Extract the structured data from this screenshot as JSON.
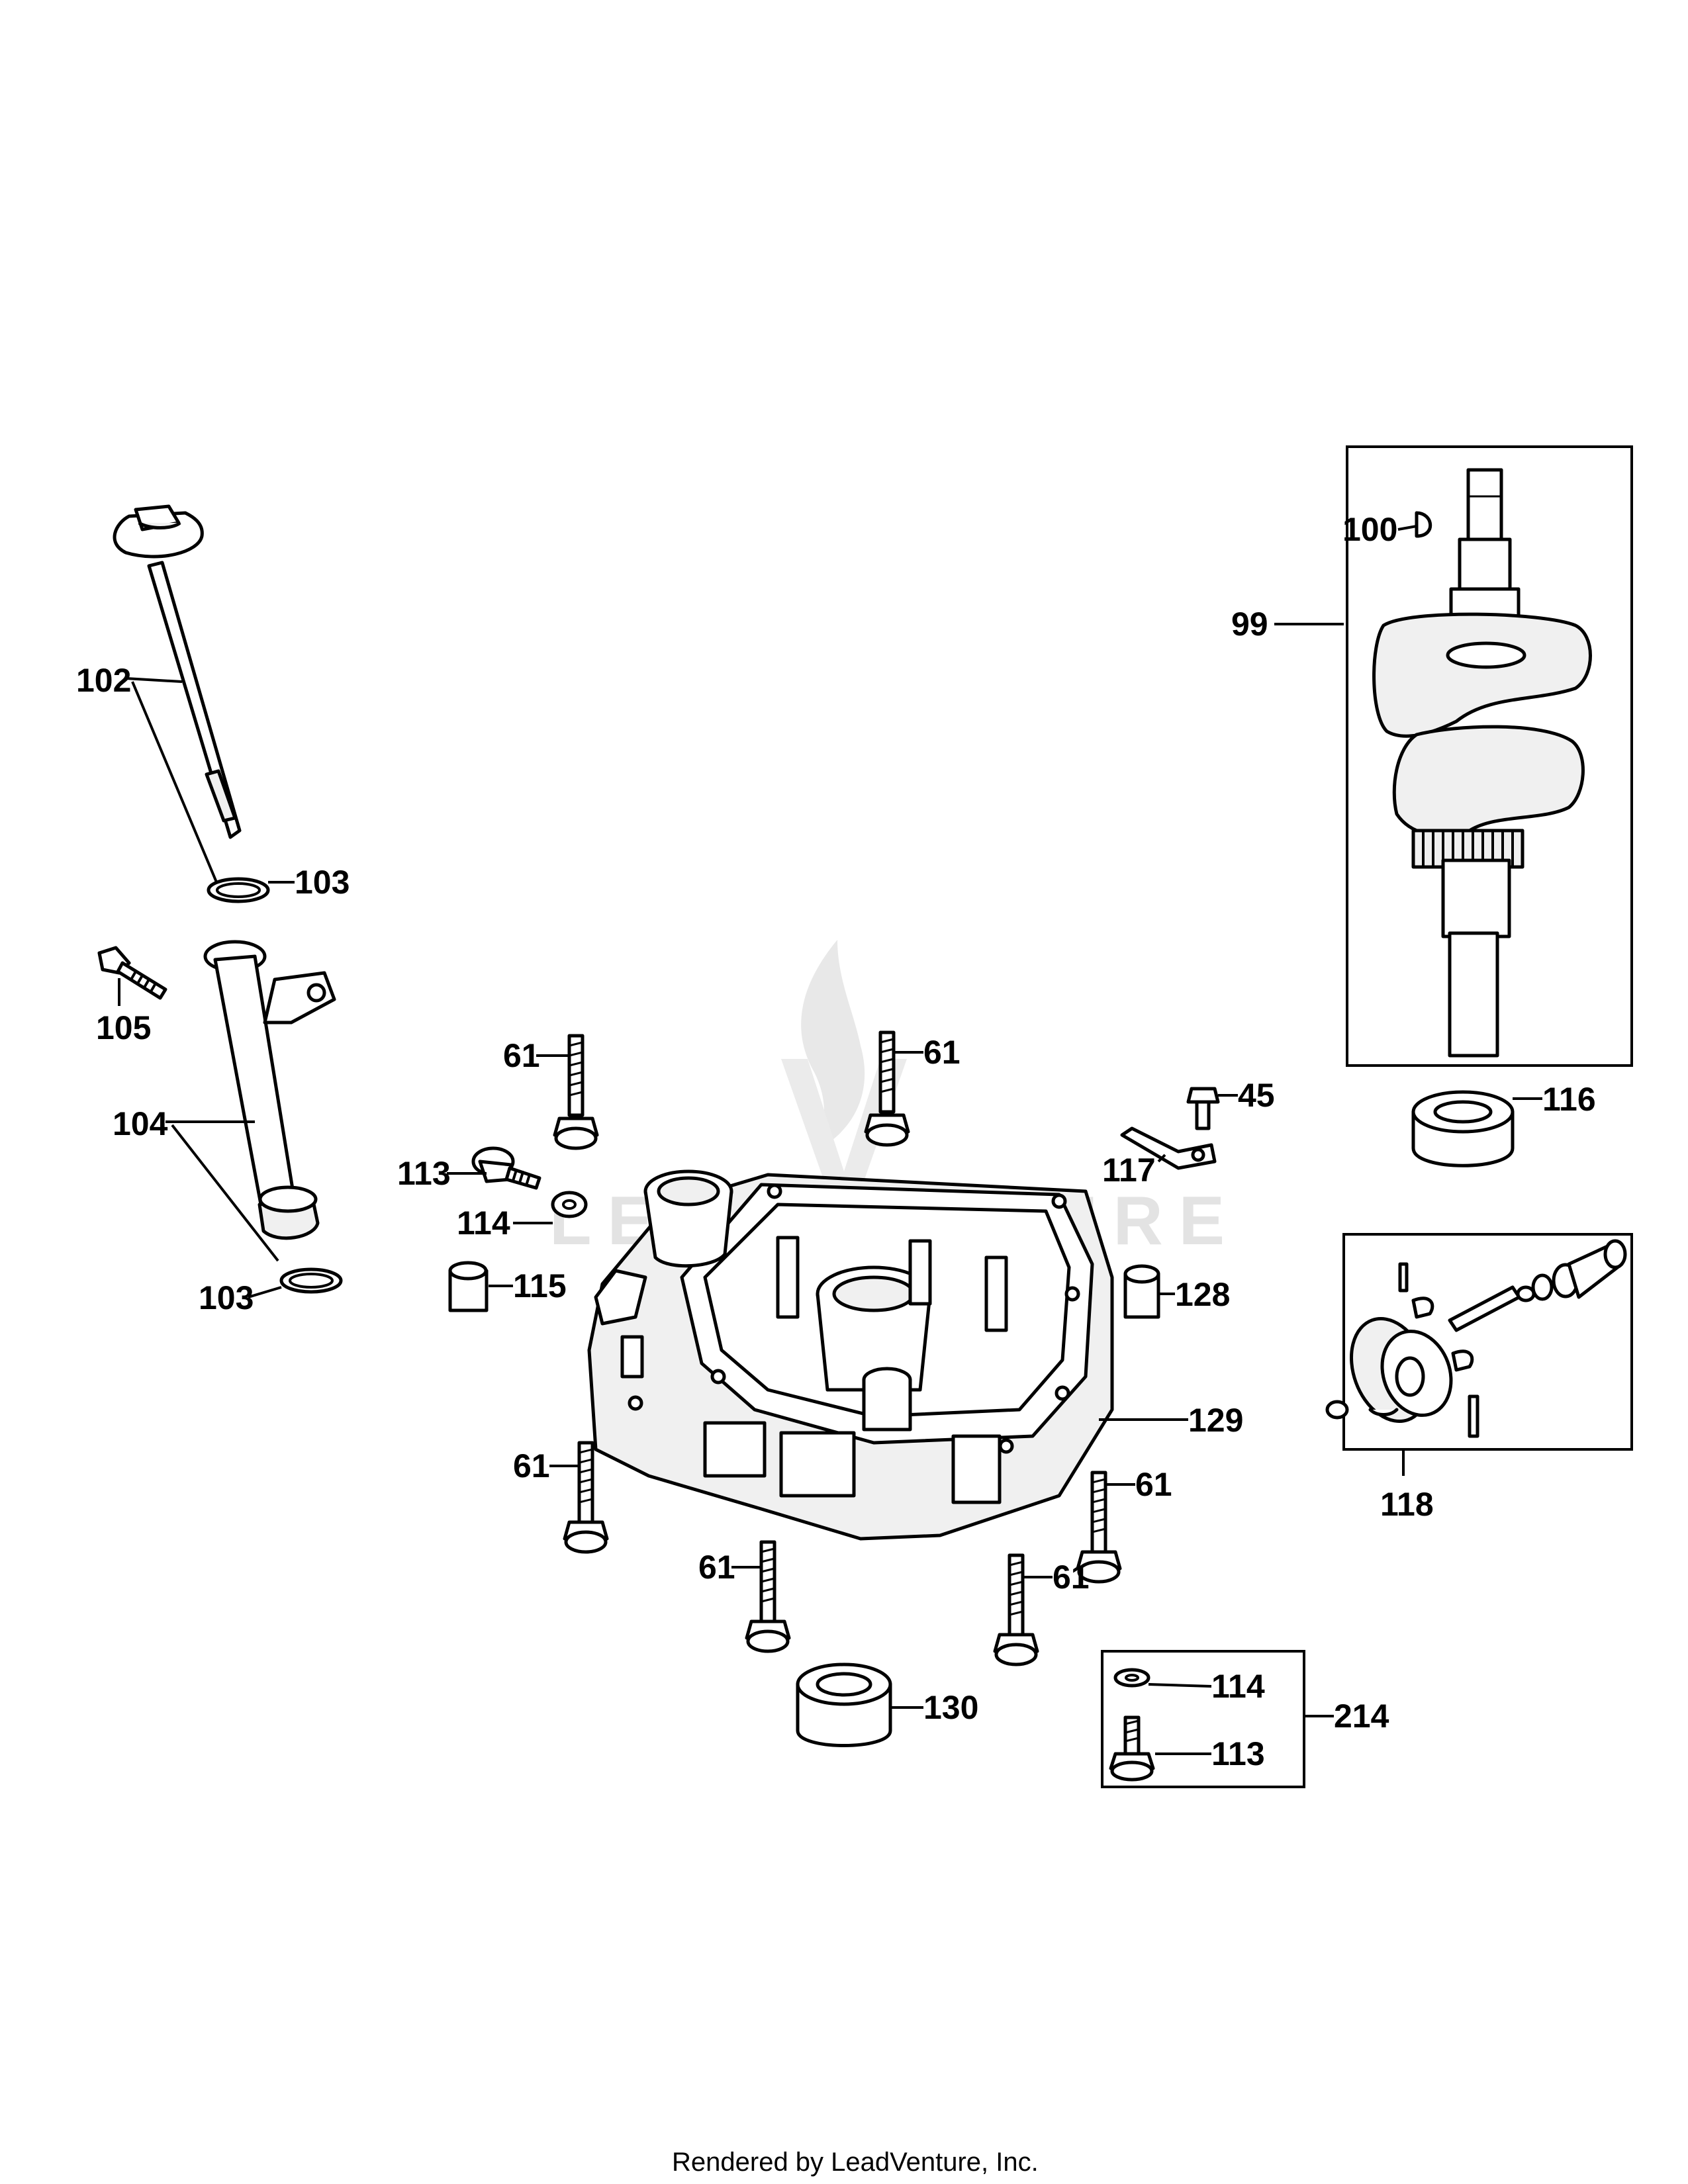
{
  "diagram": {
    "callouts": {
      "c99": "99",
      "c100": "100",
      "c116": "116",
      "c102": "102",
      "c103a": "103",
      "c103b": "103",
      "c104": "104",
      "c105": "105",
      "c61a": "61",
      "c61b": "61",
      "c61c": "61",
      "c61d": "61",
      "c61e": "61",
      "c61f": "61",
      "c45": "45",
      "c117": "117",
      "c113a": "113",
      "c114a": "114",
      "c115": "115",
      "c128": "128",
      "c129": "129",
      "c118": "118",
      "c130": "130",
      "c114b": "114",
      "c113b": "113",
      "c214": "214"
    },
    "watermark": "LEADVENTURE",
    "footer": "Rendered by LeadVenture, Inc."
  }
}
